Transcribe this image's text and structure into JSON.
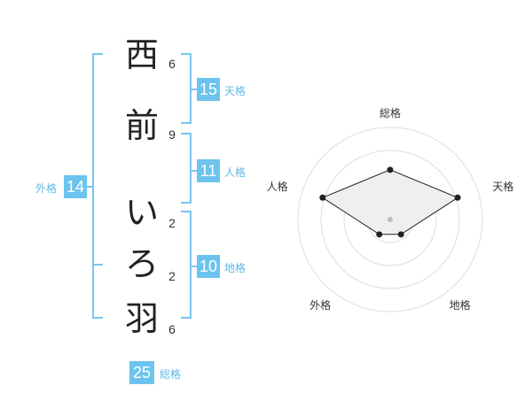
{
  "characters": [
    {
      "char": "西",
      "strokes": "6"
    },
    {
      "char": "前",
      "strokes": "9"
    },
    {
      "char": "い",
      "strokes": "2"
    },
    {
      "char": "ろ",
      "strokes": "2"
    },
    {
      "char": "羽",
      "strokes": "6"
    }
  ],
  "fortunes": {
    "tenkaku": {
      "value": "15",
      "label": "天格"
    },
    "jinkaku": {
      "value": "11",
      "label": "人格"
    },
    "chikaku": {
      "value": "10",
      "label": "地格"
    },
    "gaikaku": {
      "value": "14",
      "label": "外格"
    },
    "soukaku": {
      "value": "25",
      "label": "総格"
    }
  },
  "radar": {
    "axes": [
      "総格",
      "天格",
      "地格",
      "外格",
      "人格"
    ],
    "levels": 4,
    "values": [
      0.54,
      0.77,
      0.2,
      0.2,
      0.77
    ],
    "colors": {
      "grid": "#dddddd",
      "fill": "#efefef",
      "line": "#222222",
      "center": "#bbbbbb"
    }
  },
  "colors": {
    "accent": "#6cc4ee",
    "bracket": "#78c6ef"
  }
}
